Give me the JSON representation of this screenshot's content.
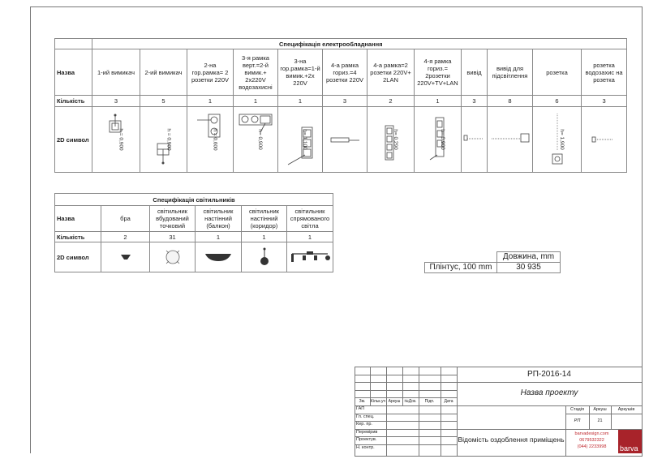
{
  "electro": {
    "title": "Специфікація електрообладнання",
    "row_name": "Назва",
    "row_qty": "Кількість",
    "row_sym": "2D символ",
    "items": [
      {
        "name": "1-ий вимикач",
        "qty": "3",
        "sym": "h = 0,900"
      },
      {
        "name": "2-ий вимикач",
        "qty": "5",
        "sym": "h = 0,900"
      },
      {
        "name": "2-на гор.рамка= 2 розетки 220V",
        "qty": "1",
        "sym": "h = 0,600"
      },
      {
        "name": "3-я рамка верт.=2-й вимик.+ 2x220V водозахисні",
        "qty": "1",
        "sym": "h= 0,900"
      },
      {
        "name": "3-на гор.рамка=1-й вимик.+2x 220V",
        "qty": "1",
        "sym": "h= 1,100"
      },
      {
        "name": "4-а рамка гориз.=4 розетки 220V",
        "qty": "3",
        "sym": ""
      },
      {
        "name": "4-а рамка=2 розетки 220V+ 2LAN",
        "qty": "2",
        "sym": "h= 0,290"
      },
      {
        "name": "4-я рамка гориз.= 2розетки 220V+TV+LAN",
        "qty": "1",
        "sym": "h= 0,900"
      },
      {
        "name": "вивід",
        "qty": "3",
        "sym": ""
      },
      {
        "name": "вивід для підсвітлення",
        "qty": "8",
        "sym": ""
      },
      {
        "name": "розетка",
        "qty": "6",
        "sym": "h= 1,900"
      },
      {
        "name": "розетка водозахис на розетка",
        "qty": "3",
        "sym": ""
      }
    ]
  },
  "lights": {
    "title": "Специфікація світильників",
    "row_name": "Назва",
    "row_qty": "Кількість",
    "row_sym": "2D символ",
    "items": [
      {
        "name": "бра",
        "qty": "2"
      },
      {
        "name": "світильник вбудований точковий",
        "qty": "31"
      },
      {
        "name": "світильник настінний (балкон)",
        "qty": "1"
      },
      {
        "name": "світильник настінний (коридор)",
        "qty": "1"
      },
      {
        "name": "світильник спрямованого світла",
        "qty": "1"
      }
    ]
  },
  "plinth": {
    "header": "Довжина, mm",
    "label": "Плінтус, 100 mm",
    "value": "30 935"
  },
  "titleblock": {
    "code": "РП-2016-14",
    "project": "Назва проекту",
    "sheet_title": "Відомість оздоблення приміщень",
    "cols": [
      "Зм.",
      "Кільк.уч",
      "Аркуш",
      "№Док.",
      "Підп.",
      "Дата"
    ],
    "roles": [
      "ГАП",
      "Гл. спец.",
      "Кер. пр.",
      "Перевірив",
      "Проектув.",
      "Н. контр."
    ],
    "stage_label": "Стадія",
    "sheet_label": "Аркуш",
    "sheets_label": "Аркушів",
    "stage": "РП",
    "sheet": "21",
    "contact": {
      "site": "barvadesign.com",
      "phone1": "0679532322",
      "phone2": "(044) 2233998"
    },
    "logo": "barva",
    "colors": {
      "brand": "#a8232a"
    }
  }
}
